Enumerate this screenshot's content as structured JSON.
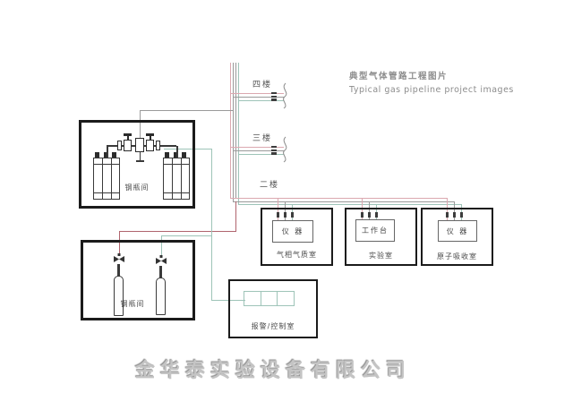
{
  "title": {
    "zh": "典型气体管路工程图片",
    "en": "Typical gas pipeline project images"
  },
  "floors": {
    "fourth": "四楼",
    "third": "三楼",
    "second": "二楼"
  },
  "cylinder_room_top": {
    "label": "钢瓶间"
  },
  "cylinder_room_bottom": {
    "label": "钢瓶间"
  },
  "rooms": {
    "gc": {
      "name": "气相气质室",
      "equipment": "仪 器"
    },
    "lab": {
      "name": "实验室",
      "equipment": "工作台"
    },
    "aas": {
      "name": "原子吸收室",
      "equipment": "仪 器"
    },
    "alarm": {
      "name": "报警/控制室"
    }
  },
  "watermark": "金华泰实验设备有限公司",
  "colors": {
    "pipe_pink": "#dba8b0",
    "pipe_red": "#b0646e",
    "pipe_gray": "#9a9a9a",
    "pipe_teal": "#9ec4b8",
    "box_border": "#1b1b1b"
  }
}
